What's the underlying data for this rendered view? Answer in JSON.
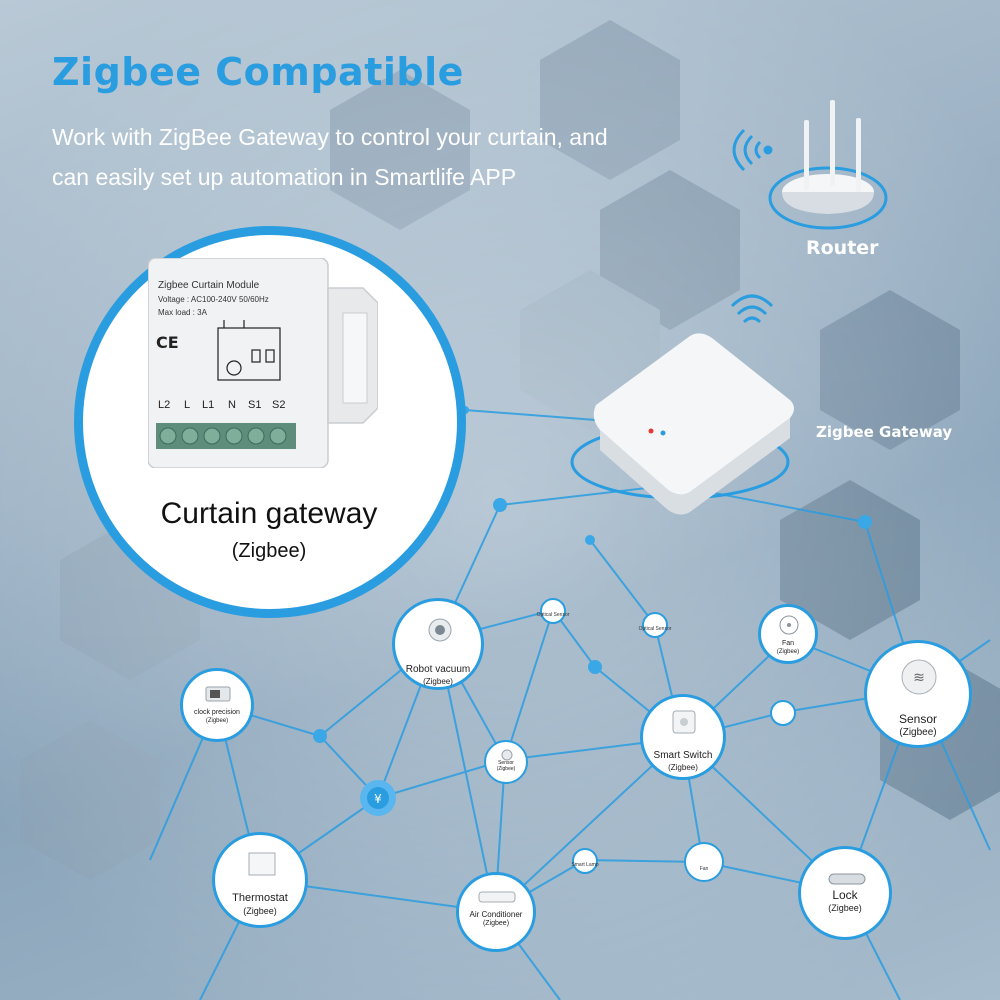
{
  "headline": "Zigbee Compatible",
  "subtitle_line1": "Work with ZigBee Gateway to control your curtain, and",
  "subtitle_line2": "can easily set up automation in Smartlife APP",
  "router": {
    "label": "Router"
  },
  "gateway": {
    "label": "Zigbee Gateway"
  },
  "curtain": {
    "title": "Curtain gateway",
    "subtitle": "(Zigbee)",
    "module_title": "Zigbee Curtain Module",
    "module_voltage": "Voltage : AC100-240V 50/60Hz",
    "module_max_load": "Max load : 3A",
    "terminals": [
      "L2",
      "L",
      "L1",
      "N",
      "S1",
      "S2"
    ]
  },
  "devices": [
    {
      "id": "robot-vacuum",
      "name": "Robot vacuum",
      "sub": "(Zigbee)"
    },
    {
      "id": "clock-precision",
      "name": "clock precision",
      "sub": "(Zigbee)"
    },
    {
      "id": "smart-switch",
      "name": "Smart Switch",
      "sub": "(Zigbee)"
    },
    {
      "id": "fan",
      "name": "Fan",
      "sub": "(Zigbee)"
    },
    {
      "id": "sensor",
      "name": "Sensor",
      "sub": "(Zigbee)"
    },
    {
      "id": "thermostat",
      "name": "Thermostat",
      "sub": "(Zigbee)"
    },
    {
      "id": "air-conditioner",
      "name": "Air Conditioner",
      "sub": "(Zigbee)"
    },
    {
      "id": "lock",
      "name": "Lock",
      "sub": "(Zigbee)"
    },
    {
      "id": "small-sensor",
      "name": "Sensor",
      "sub": "(Zigbee)"
    }
  ],
  "tiny_nodes": [
    "Optical Sensor",
    "Optical Sensor",
    "Smart Lamp",
    "Fan"
  ],
  "colors": {
    "accent": "#2a9de0",
    "white": "#ffffff"
  }
}
